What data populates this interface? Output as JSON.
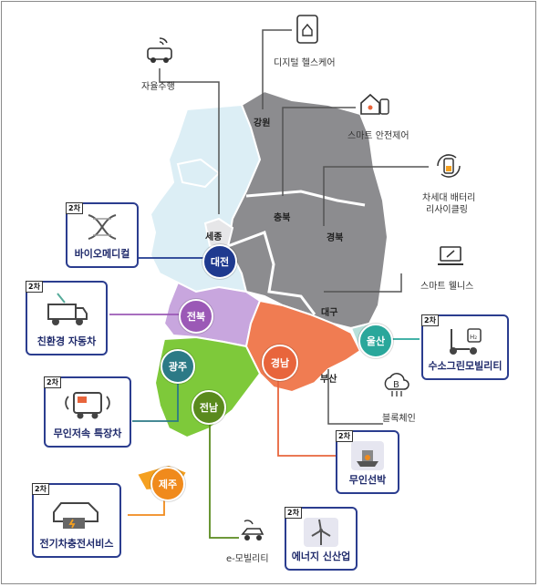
{
  "top_labels": {
    "autonomous": "자율주행",
    "digital_health": "디지털 헬스케어",
    "smart_safety": "스마트 안전제어",
    "battery": [
      "차세대 배터리",
      "리사이클링"
    ],
    "wellness": "스마트 웰니스",
    "blockchain": "블록체인",
    "e_mobility": "e-모빌리티"
  },
  "regions": {
    "gangwon": "강원",
    "chungbuk": "충북",
    "gyeongbuk": "경북",
    "sejong": "세종",
    "daegu": "대구",
    "busan": "부산"
  },
  "circles": {
    "daejeon": "대전",
    "jeonbuk": "전북",
    "gwangju": "광주",
    "jeonnam": "전남",
    "gyeongnam": "경남",
    "ulsan": "울산",
    "jeju": "제주"
  },
  "cards": {
    "bio": {
      "tag": "2차",
      "title": "바이오메디컬"
    },
    "eco_car": {
      "tag": "2차",
      "title": "친환경 자동차"
    },
    "unmanned_vehicle": {
      "tag": "2차",
      "title": "무인저속 특장차"
    },
    "ev_charging": {
      "tag": "2차",
      "title": "전기차충전서비스"
    },
    "hydrogen": {
      "tag": "2차",
      "title": "수소그린모빌리티"
    },
    "unmanned_ship": {
      "tag": "2차",
      "title": "무인선박"
    },
    "energy": {
      "tag": "2차",
      "title": "에너지 신산업"
    }
  },
  "colors": {
    "gray_region": "#8c8c8f",
    "light_blue_region": "#dceef5",
    "purple_region": "#c8a6de",
    "green_region": "#7ec93a",
    "orange_region": "#f07c52",
    "daejeon": "#1f3a8f",
    "jeonbuk": "#9b59b6",
    "jeonnam": "#5a8a1e",
    "gwangju": "#2c7a86",
    "gyeongnam": "#e8653c",
    "ulsan": "#2aa79b",
    "jeju": "#f08a1c",
    "card_border": "#2b3d8f"
  },
  "icons": [
    "car-wifi-icon",
    "tablet-health-icon",
    "house-phone-icon",
    "battery-cycle-icon",
    "laptop-icon",
    "blockchain-cloud-icon",
    "scooter-icon",
    "dna-icon",
    "truck-icon",
    "delivery-van-icon",
    "charging-car-icon",
    "hydrogen-scooter-icon",
    "boat-icon",
    "wind-turbine-icon"
  ]
}
